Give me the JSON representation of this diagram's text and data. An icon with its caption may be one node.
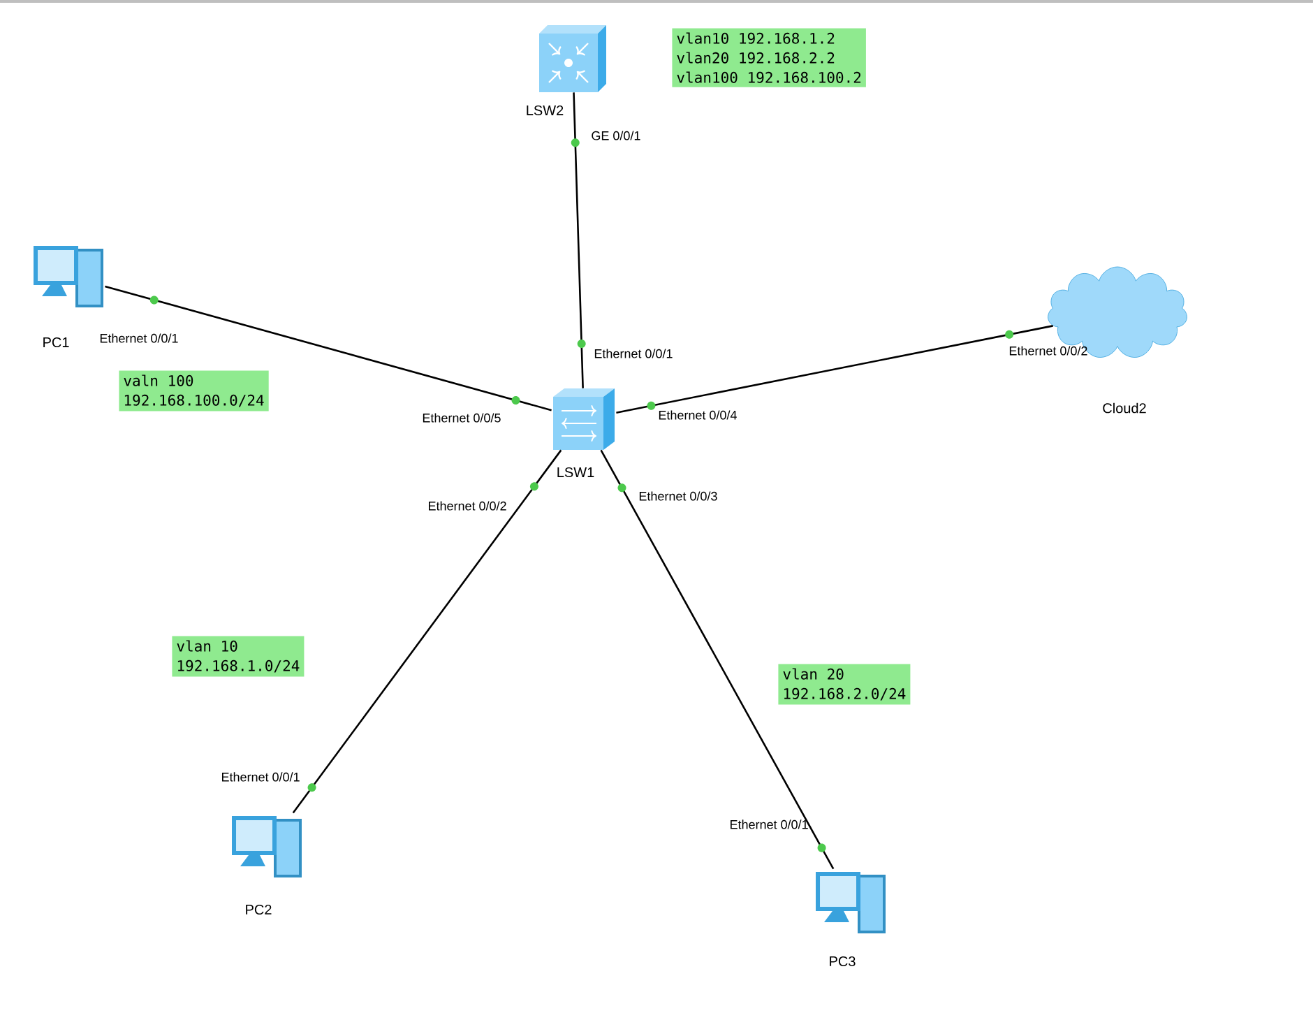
{
  "diagram": {
    "nodes": [
      {
        "text": [
          "LSW2"
        ]
      },
      {
        "text": [
          "vlan10 192.168.1.2",
          "vlan20 192.168.2.2",
          "vlan100 192.168.100.2"
        ]
      },
      {
        "text": [
          "PC1"
        ]
      },
      {
        "text": [
          "Cloud2"
        ]
      },
      {
        "text": [
          "valn 100",
          "192.168.100.0/24"
        ]
      },
      {
        "text": [
          "LSW1"
        ]
      },
      {
        "text": [
          "vlan 10",
          "192.168.1.0/24"
        ]
      },
      {
        "text": [
          "vlan 20",
          "192.168.2.0/24"
        ]
      },
      {
        "text": [
          "PC2"
        ]
      },
      {
        "text": [
          "PC3"
        ]
      }
    ],
    "edges": [
      {
        "from": 0,
        "to": 5,
        "arrow": "none"
      },
      {
        "from": 2,
        "to": 5,
        "arrow": "none"
      },
      {
        "from": 5,
        "to": 3,
        "arrow": "none"
      },
      {
        "from": 5,
        "to": 8,
        "arrow": "none"
      },
      {
        "from": 5,
        "to": 9,
        "arrow": "none"
      }
    ],
    "labels": [
      "GE 0/0/1",
      "Ethernet 0/0/1",
      "Ethernet 0/0/1",
      "Ethernet 0/0/2",
      "Ethernet 0/0/5",
      "Ethernet 0/0/4",
      "Ethernet 0/0/2",
      "Ethernet 0/0/3",
      "Ethernet 0/0/1",
      "Ethernet 0/0/1"
    ]
  }
}
